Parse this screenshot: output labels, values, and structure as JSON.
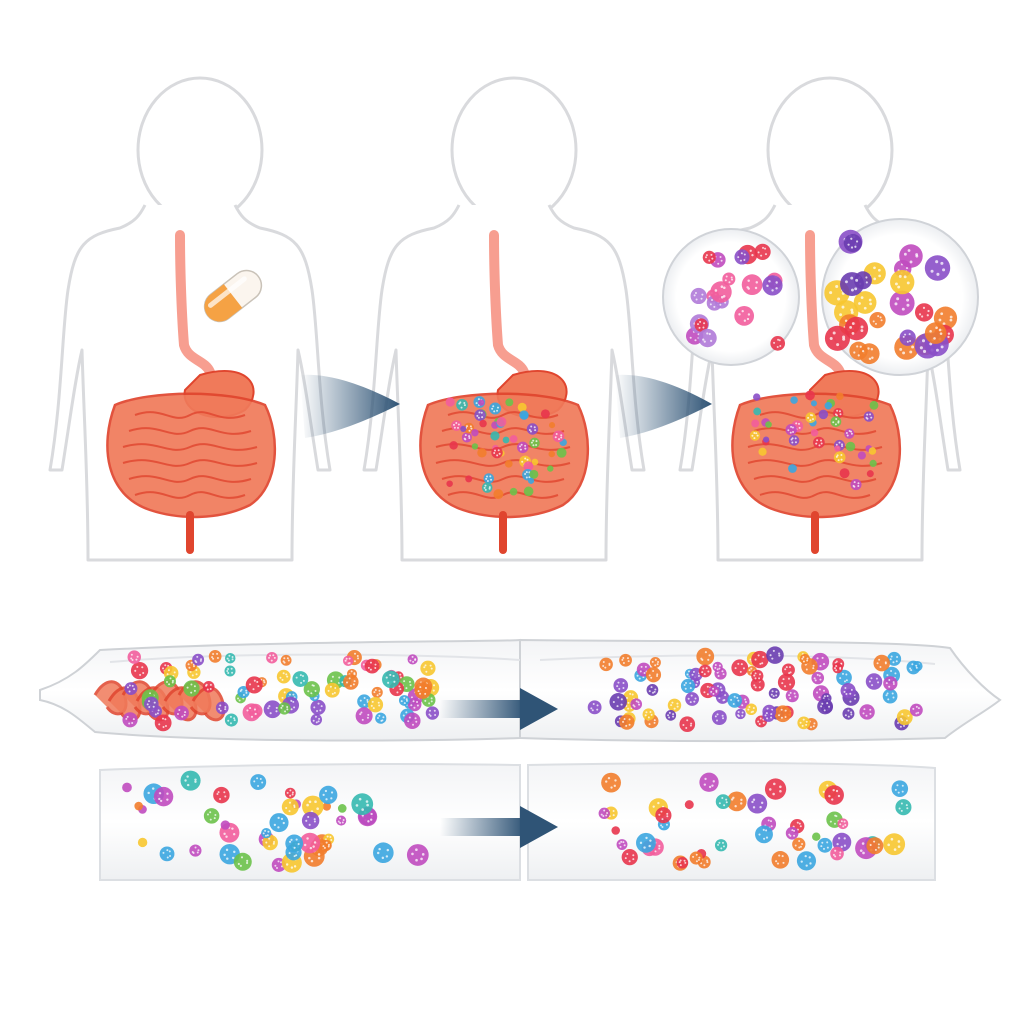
{
  "diagram": {
    "panels": [
      {
        "id": "stage-1",
        "state": "capsule-ingested",
        "icon": "capsule-icon"
      },
      {
        "id": "stage-2",
        "state": "microbes-in-intestine"
      },
      {
        "id": "stage-3",
        "state": "microbes-colonize-with-magnified-views",
        "icon": "magnifier-circle"
      }
    ],
    "strips": [
      {
        "id": "intestine-strip",
        "segments": [
          "before",
          "after"
        ]
      },
      {
        "id": "microbe-strip",
        "segments": [
          "before",
          "after"
        ]
      }
    ]
  },
  "colors": {
    "intestine": "#f07a5a",
    "intestine_line": "#e0452e",
    "esophagus": "#f26a55",
    "silhouette": "#d9dadd",
    "arrow": "#2f5476",
    "capsule_orange": "#f5a244",
    "capsule_white": "#fbf5ee",
    "microbes": [
      "#e8354c",
      "#f27d2c",
      "#f7c630",
      "#6cc24a",
      "#3ba6e0",
      "#8a4fc8",
      "#c04bbf",
      "#f25d9c",
      "#35b9b0"
    ]
  }
}
